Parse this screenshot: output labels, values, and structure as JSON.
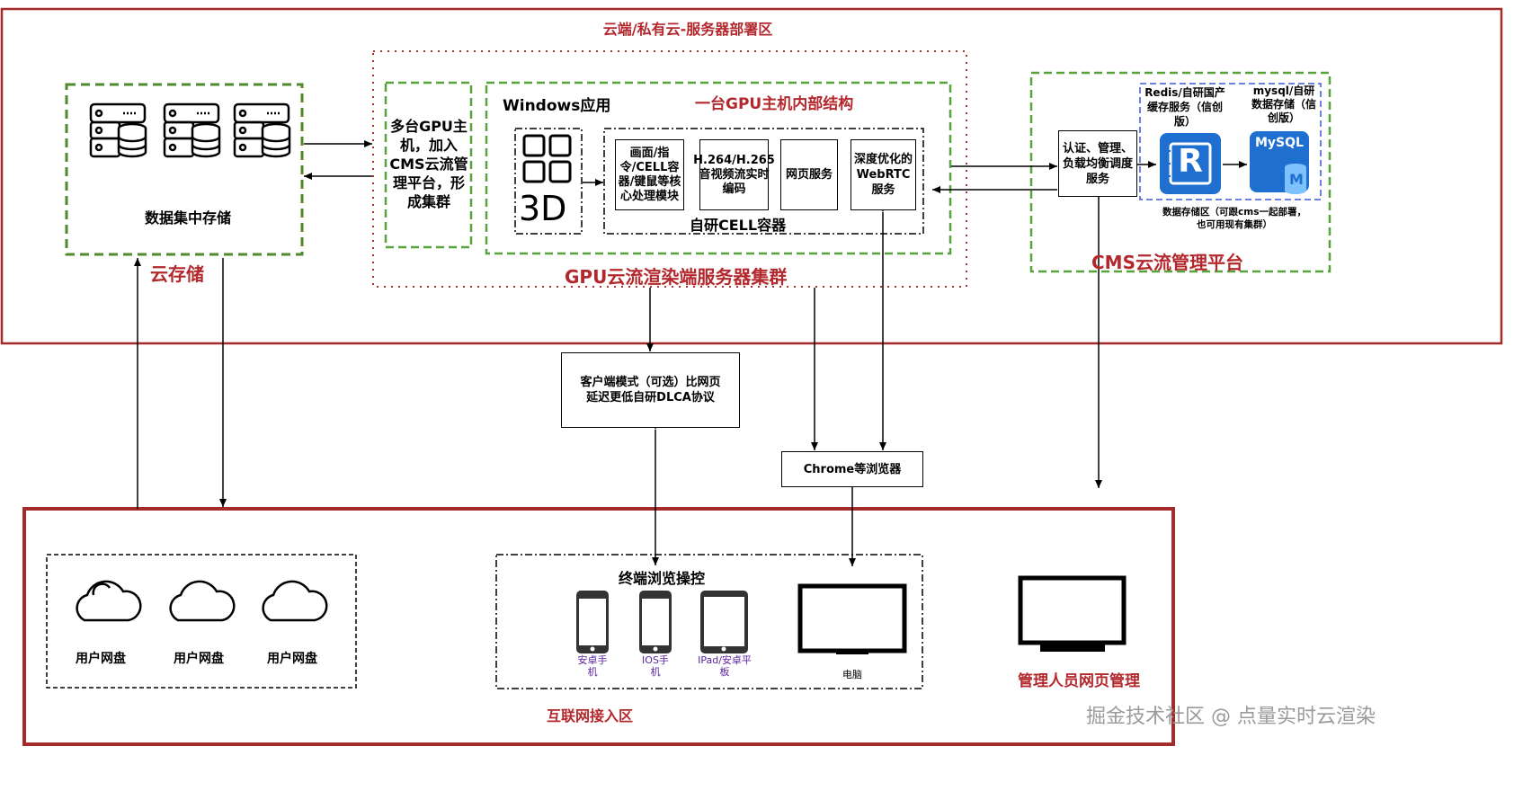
{
  "zones": {
    "server_zone": "云端/私有云-服务器部署区",
    "internet_zone": "互联网接入区"
  },
  "cloud_storage": {
    "center_label": "数据集中存储",
    "title": "云存储"
  },
  "gpu_cluster": {
    "multi_gpu_text": "多台GPU主机，加入CMS云流管理平台，形成集群",
    "title": "GPU云流渲染端服务器集群",
    "windows_app": "Windows应用",
    "internal_title": "一台GPU主机内部结构",
    "cell_modules": [
      "画面/指令/CELL容器/键鼠等核心处理模块",
      "H.264/H.265音视频流实时编码",
      "网页服务",
      "深度优化的WebRTC服务"
    ],
    "cell_container_label": "自研CELL容器",
    "app_icon_text": "3D"
  },
  "cms": {
    "auth_service": "认证、管理、负载均衡调度服务",
    "redis_label": "Redis/自研国产缓存服务（信创版）",
    "mysql_label": "mysql/自研数据存储（信创版）",
    "storage_note": "数据存储区（可跟cms一起部署，也可用现有集群）",
    "title": "CMS云流管理平台",
    "redis_icon_letter": "R",
    "mysql_icon_text": "MySQL",
    "mysql_icon_letter": "M"
  },
  "client_mode": "客户端模式（可选）比网页延迟更低自研DLCA协议",
  "browser": "Chrome等浏览器",
  "user_disks": [
    "用户网盘",
    "用户网盘",
    "用户网盘"
  ],
  "terminal": {
    "title": "终端浏览操控",
    "devices": [
      "安卓手机",
      "IOS手机",
      "IPad/安卓平板"
    ],
    "pc": "电脑"
  },
  "admin": "管理人员网页管理",
  "watermark": "掘金技术社区 @ 点量实时云渲染"
}
